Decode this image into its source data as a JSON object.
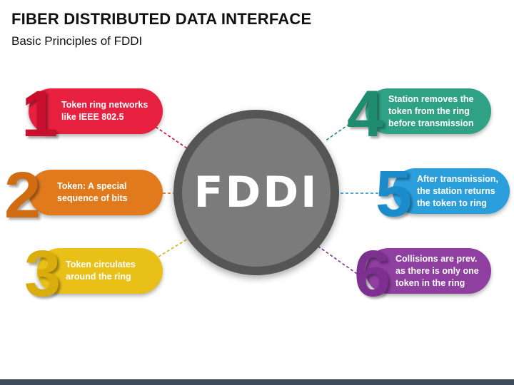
{
  "header": {
    "title": "FIBER DISTRIBUTED DATA INTERFACE",
    "subtitle": "Basic Principles of FDDI"
  },
  "hub": {
    "label": "FDDI"
  },
  "items": [
    {
      "number": "1",
      "text": "Token ring networks\nlike IEEE 802.5",
      "color": "#e8203f",
      "number_color": "#c8102e"
    },
    {
      "number": "2",
      "text": "Token: A special\nsequence of bits",
      "color": "#e07a1c",
      "number_color": "#d06d12"
    },
    {
      "number": "3",
      "text": "Token circulates\naround the ring",
      "color": "#e9c017",
      "number_color": "#d9ad0e"
    },
    {
      "number": "4",
      "text": "Station removes the\ntoken from the ring\nbefore transmission",
      "color": "#2fa184",
      "number_color": "#1f8c70"
    },
    {
      "number": "5",
      "text": "After transmission,\nthe station returns\nthe token to ring",
      "color": "#2a9fdc",
      "number_color": "#1a8ccb"
    },
    {
      "number": "6",
      "text": "Collisions are prev.\nas there is only one\ntoken in the ring",
      "color": "#8f3fa0",
      "number_color": "#7d3090"
    }
  ]
}
